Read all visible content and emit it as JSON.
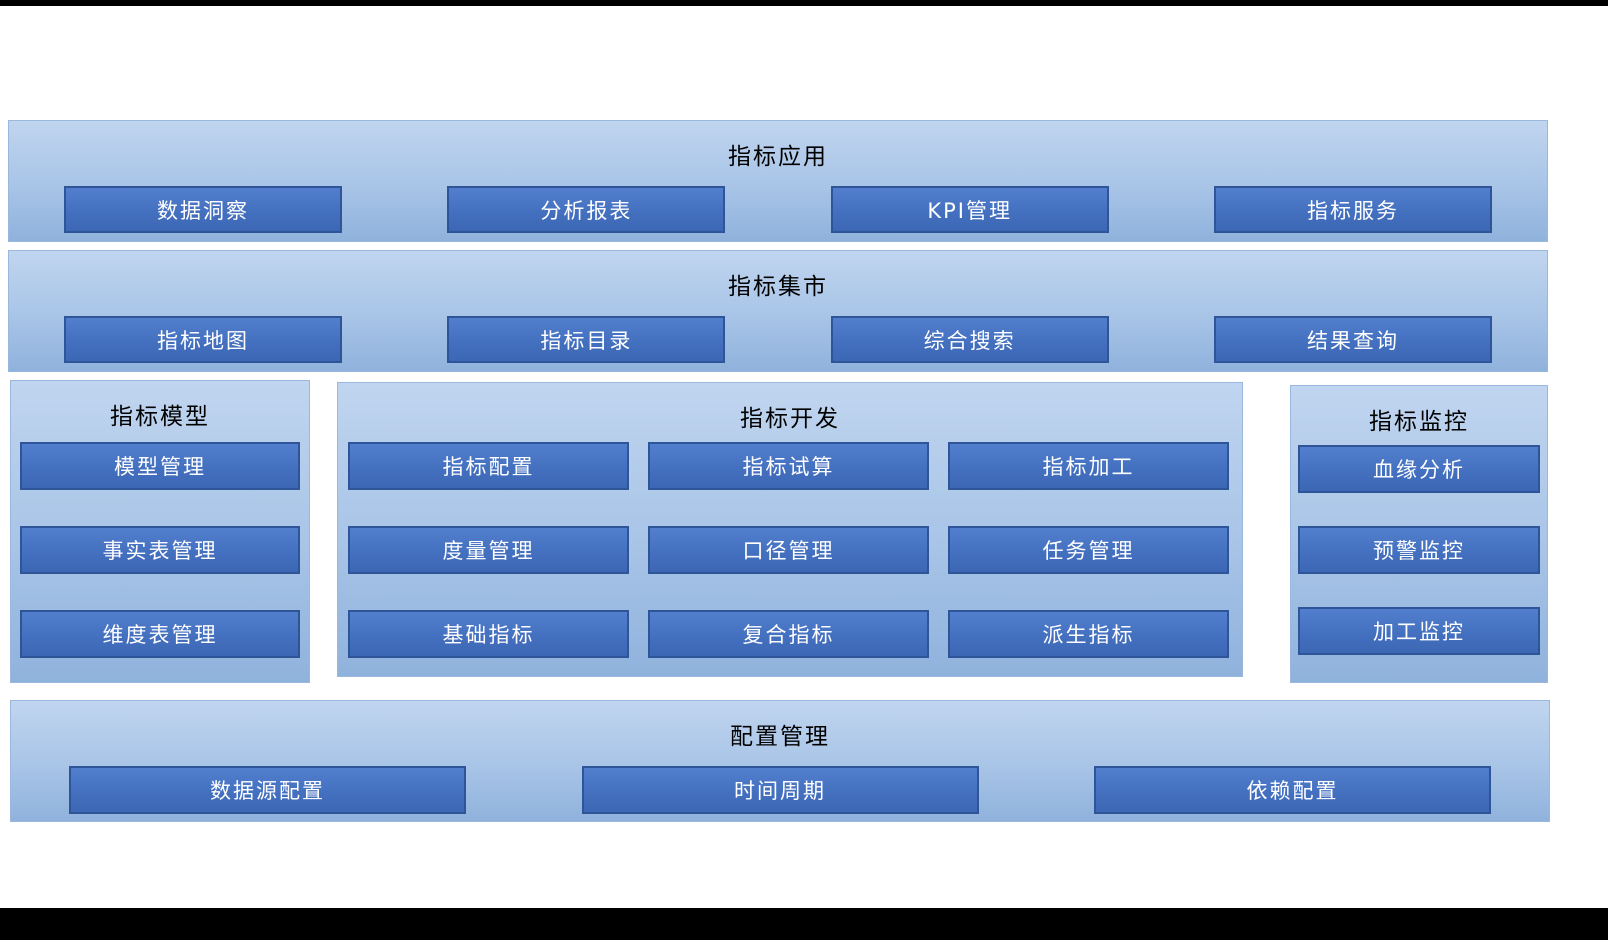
{
  "sections": {
    "app": {
      "title": "指标应用",
      "items": [
        "数据洞察",
        "分析报表",
        "KPI管理",
        "指标服务"
      ]
    },
    "market": {
      "title": "指标集市",
      "items": [
        "指标地图",
        "指标目录",
        "综合搜索",
        "结果查询"
      ]
    },
    "model": {
      "title": "指标模型",
      "items": [
        "模型管理",
        "事实表管理",
        "维度表管理"
      ]
    },
    "dev": {
      "title": "指标开发",
      "items": [
        "指标配置",
        "指标试算",
        "指标加工",
        "度量管理",
        "口径管理",
        "任务管理",
        "基础指标",
        "复合指标",
        "派生指标"
      ]
    },
    "monitor": {
      "title": "指标监控",
      "items": [
        "血缘分析",
        "预警监控",
        "加工监控"
      ]
    },
    "config": {
      "title": "配置管理",
      "items": [
        "数据源配置",
        "时间周期",
        "依赖配置"
      ]
    }
  },
  "colors": {
    "panel_gradient_top": "#c0d5ef",
    "panel_gradient_bottom": "#8fb2dc",
    "block_fill": "#4472c4",
    "block_border": "#2e5597",
    "block_text": "#ffffff",
    "title_text": "#000000",
    "edge_bar": "#000000"
  }
}
